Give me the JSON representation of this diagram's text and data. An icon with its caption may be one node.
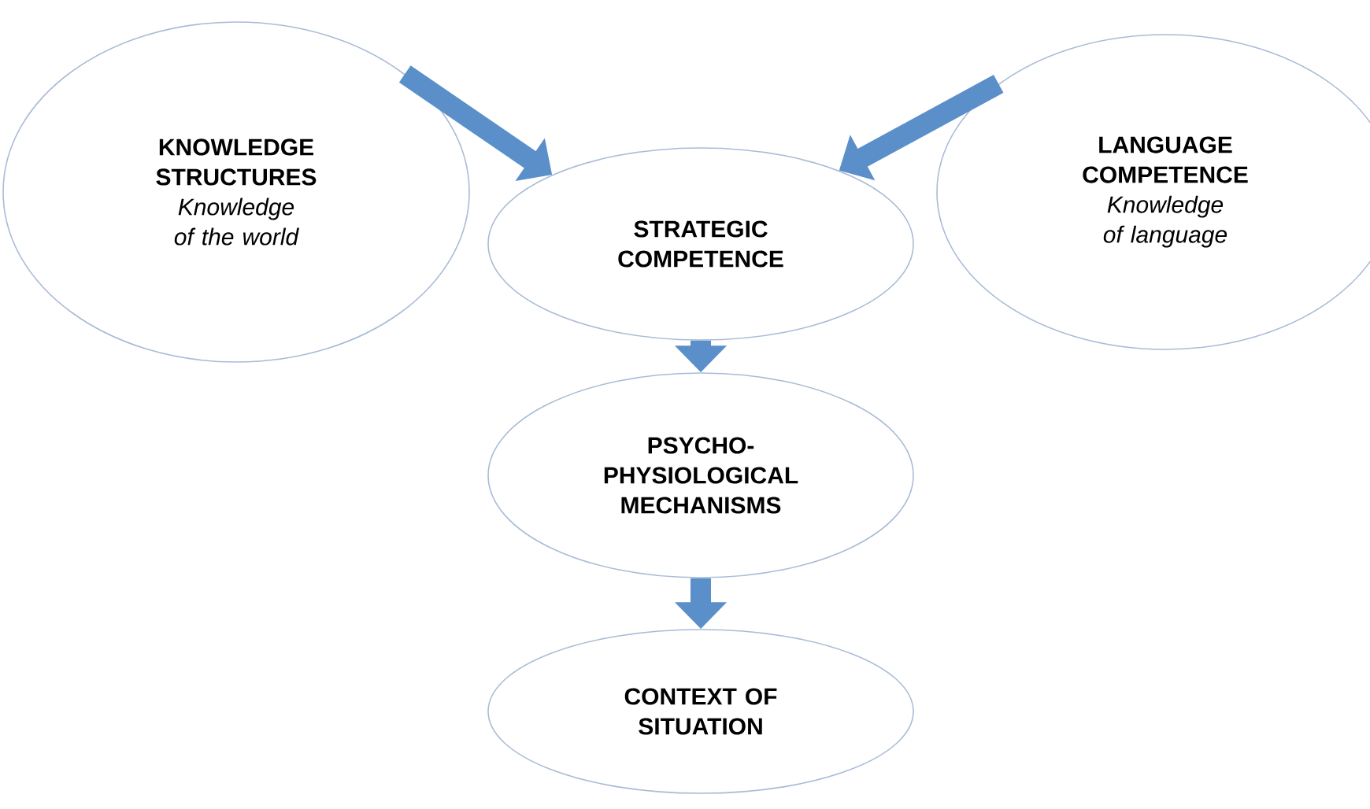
{
  "diagram": {
    "nodes": [
      {
        "text": [
          "KNOWLEDGE STRUCTURES",
          "Knowledge of the world"
        ]
      },
      {
        "text": [
          "STRATEGIC COMPETENCE"
        ]
      },
      {
        "text": [
          "LANGUAGE COMPETENCE",
          "Knowledge of language"
        ]
      },
      {
        "text": [
          "PSYCHO- PHYSIOLOGICAL MECHANISMS"
        ]
      },
      {
        "text": [
          "CONTEXT OF SITUATION"
        ]
      }
    ],
    "edges": [
      {
        "from": 0,
        "to": 1,
        "arrow": "to"
      },
      {
        "from": 2,
        "to": 1,
        "arrow": "to"
      },
      {
        "from": 1,
        "to": 3,
        "arrow": "to"
      },
      {
        "from": 3,
        "to": 4,
        "arrow": "to"
      }
    ]
  }
}
